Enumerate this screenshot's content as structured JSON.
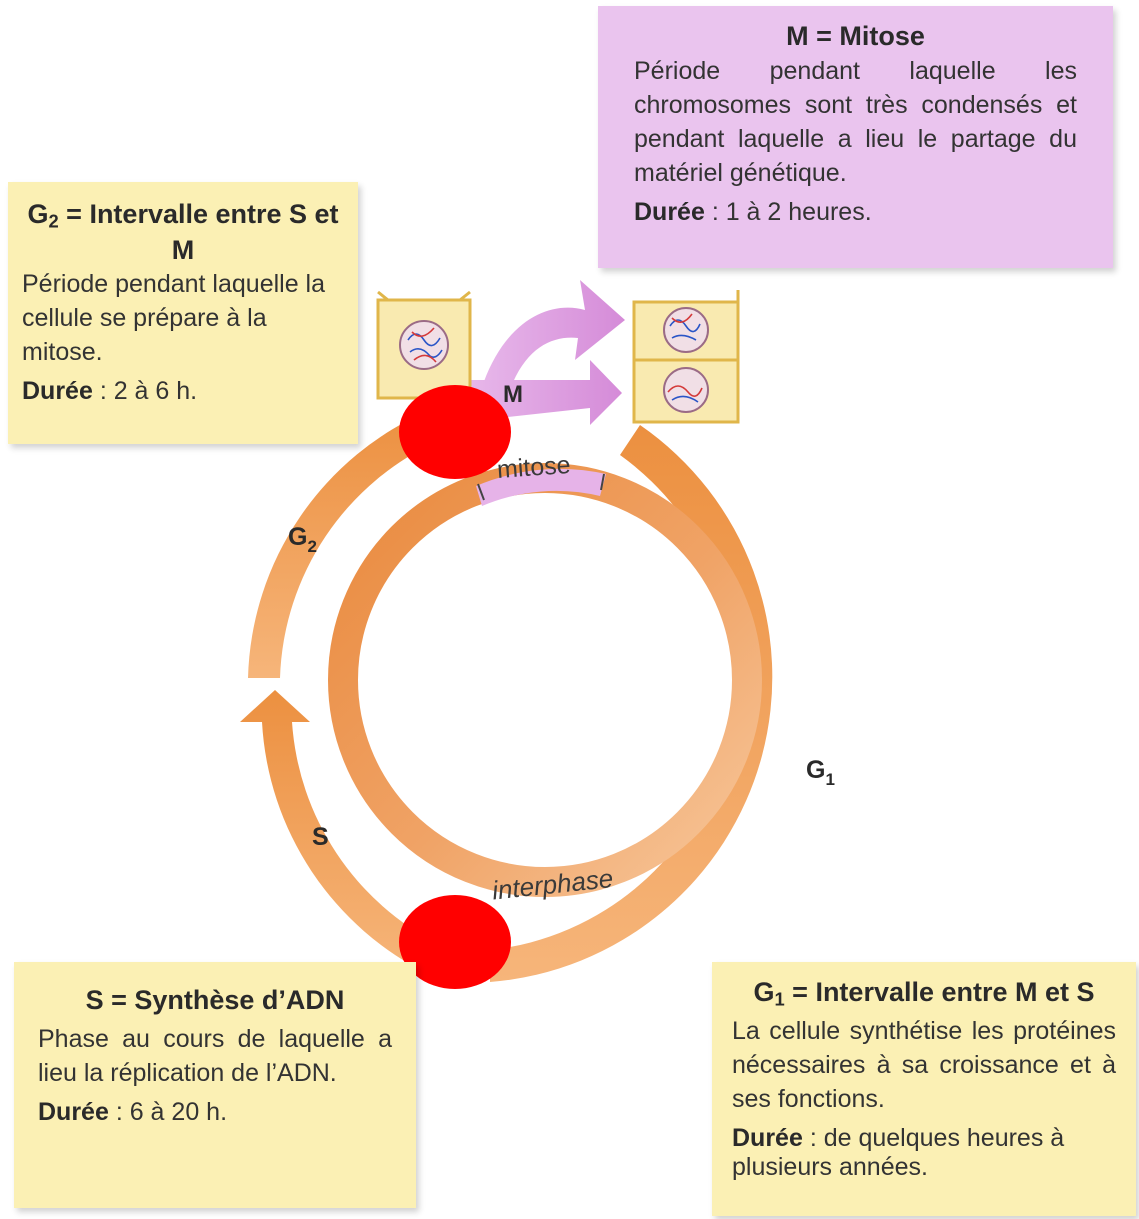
{
  "boxes": {
    "g2": {
      "title_main": "G",
      "title_sub": "2",
      "title_rest": " = Intervalle entre S et M",
      "description": "Période pendant laquelle la cellule se prépare à la mitose.",
      "duration_label": "Durée",
      "duration_value": " : 2 à 6 h."
    },
    "m": {
      "title": "M = Mitose",
      "description": "Période pendant laquelle les chromosomes sont très condensés et pendant laquelle a lieu le partage du matériel génétique.",
      "duration_label": "Durée",
      "duration_value": " : 1 à 2 heures."
    },
    "s": {
      "title": "S = Synthèse d’ADN",
      "description": "Phase au cours de laquelle a lieu la réplication de l’ADN.",
      "duration_label": "Durée",
      "duration_value": " : 6 à 20 h."
    },
    "g1": {
      "title_main": "G",
      "title_sub": "1",
      "title_rest": " = Intervalle entre M et S",
      "description": "La cellule synthétise les protéines nécessaires à sa croissance et à ses fonctions.",
      "duration_label": "Durée",
      "duration_value": " : de quelques heures à plusieurs années."
    }
  },
  "cycle": {
    "label_m": "M",
    "label_mitose": "mitose",
    "label_g2_main": "G",
    "label_g2_sub": "2",
    "label_s": "S",
    "label_g1_main": "G",
    "label_g1_sub": "1",
    "label_interphase": "interphase"
  },
  "colors": {
    "yellow_box": "#fbf0b4",
    "pink_box": "#eac4ee",
    "cycle_orange": "#ee9a52",
    "mitosis_pink": "#d996dc",
    "marker_red": "#ff0000"
  }
}
